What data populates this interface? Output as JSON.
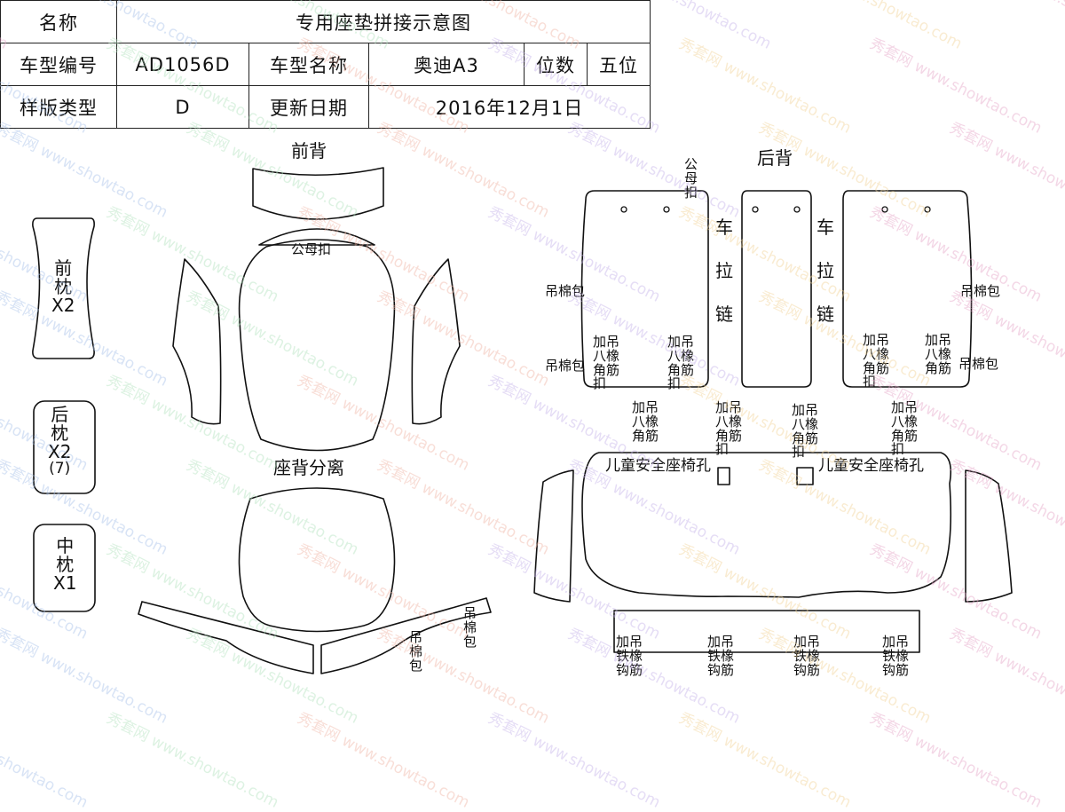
{
  "header": {
    "name_label": "名称",
    "name_value": "专用座垫拼接示意图",
    "model_code_label": "车型编号",
    "model_code_value": "AD1056D",
    "model_name_label": "车型名称",
    "model_name_value": "奥迪A3",
    "seats_label": "位数",
    "seats_value": "五位",
    "pattern_type_label": "样版类型",
    "pattern_type_value": "D",
    "update_date_label": "更新日期",
    "update_date_value": "2016年12月1日"
  },
  "sections": {
    "front_back": "前背",
    "rear_back": "后背",
    "seat_separate": "座背分离"
  },
  "headrests": {
    "front": [
      "前",
      "枕",
      "X2"
    ],
    "rear": [
      "后",
      "枕",
      "X2",
      "(7)"
    ],
    "middle": [
      "中",
      "枕",
      "X1"
    ]
  },
  "annotations": {
    "snap": "公母扣",
    "hang_cotton": "吊棉包",
    "zipper": "车拉链",
    "add_hang": "加吊",
    "octagon_rubber": "八橡",
    "corner_rib": "角筋",
    "buckle": "扣",
    "iron_rubber": "铁橡",
    "hook_rib": "钩筋",
    "child_seat_hole": "儿童安全座椅孔"
  },
  "watermark": {
    "brand": "秀套网",
    "url": "www.showtao.com",
    "colors": [
      "#e6a7c9",
      "#a9c3ea",
      "#b4e3c0",
      "#f0b7a8",
      "#c6b4ea",
      "#f2d59b"
    ]
  }
}
